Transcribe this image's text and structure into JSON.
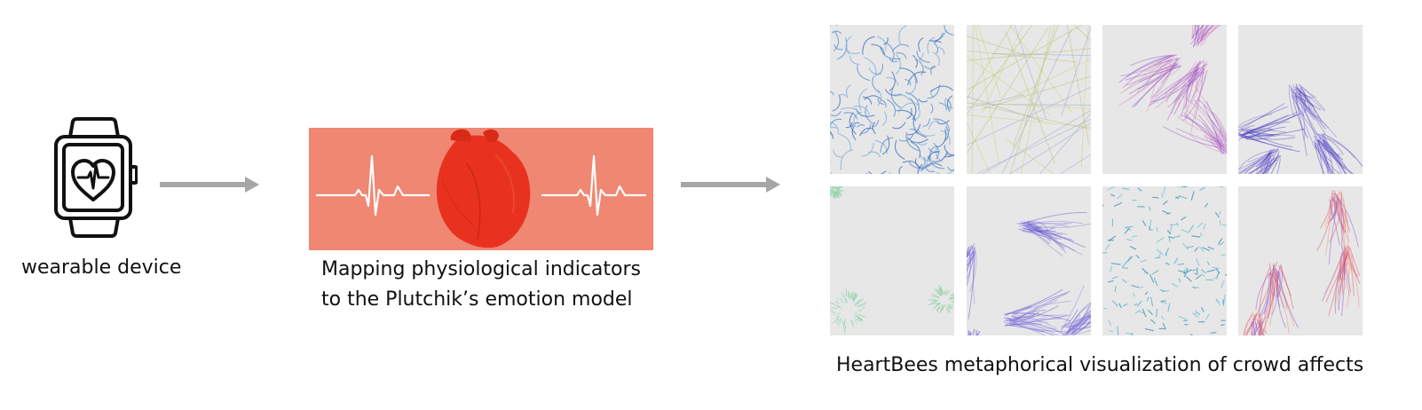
{
  "stages": [
    {
      "id": "device",
      "label": "wearable device",
      "icon": "smartwatch-heart-icon"
    },
    {
      "id": "mapping",
      "label_lines": [
        "Mapping physiological indicators",
        "to the Plutchik’s emotion model"
      ],
      "banner_color": "#ef8772",
      "heart_color": "#e8321f"
    },
    {
      "id": "visualization",
      "label": "HeartBees metaphorical visualization of crowd affects"
    }
  ],
  "arrow_color": "#a6a6a6",
  "tiles": [
    {
      "style": "blue-swirl",
      "colors": [
        "#5a8ed0",
        "#7fb0df",
        "#3d6fc0"
      ]
    },
    {
      "style": "yellow-lines",
      "colors": [
        "#cfd17a",
        "#b9c26a",
        "#9aa9d0"
      ]
    },
    {
      "style": "purple-pink-flow",
      "colors": [
        "#b45bc0",
        "#d98ac4",
        "#8a4fc9"
      ]
    },
    {
      "style": "violet-streaks",
      "colors": [
        "#5a49c8",
        "#7d6ad8",
        "#3d3ab8"
      ]
    },
    {
      "style": "green-radial",
      "colors": [
        "#8fd0a8",
        "#a9dcbb"
      ]
    },
    {
      "style": "violet-bursts",
      "colors": [
        "#5b4fd0",
        "#8f82e0"
      ]
    },
    {
      "style": "teal-scatter",
      "colors": [
        "#5ab3c8",
        "#7cc6d6",
        "#3d92b0"
      ]
    },
    {
      "style": "red-violet-flames",
      "colors": [
        "#e2475a",
        "#f28a78",
        "#8a4fc9"
      ]
    }
  ]
}
